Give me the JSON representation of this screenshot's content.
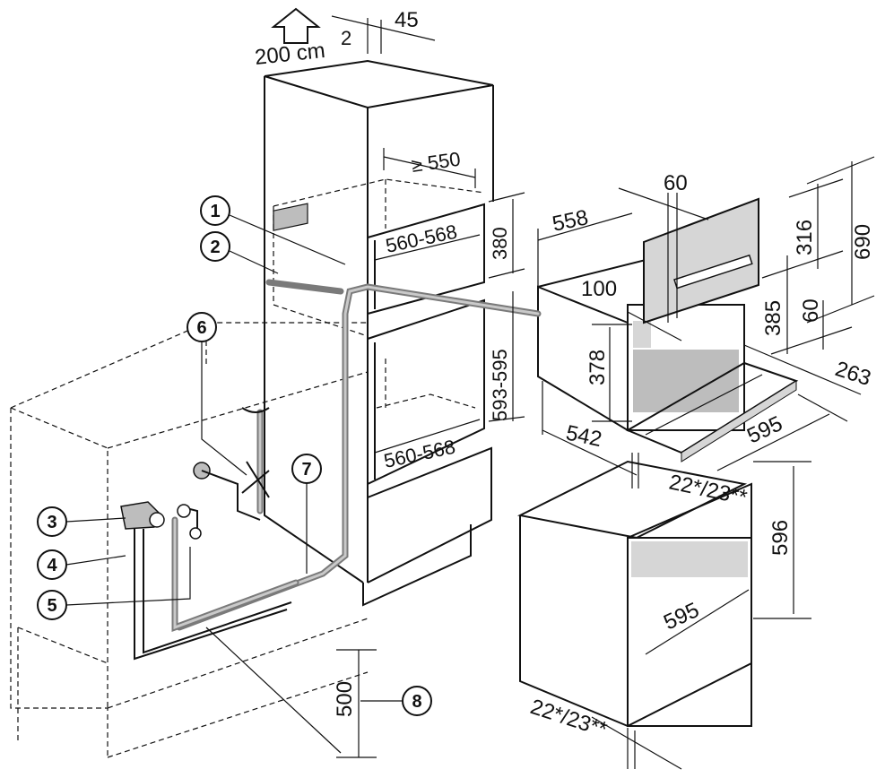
{
  "dimensions": {
    "vent_area": "200 cm",
    "vent_area_sup": "2",
    "vent_gap": "45",
    "niche_depth": "≥ 550",
    "niche_width_top": "560-568",
    "niche_width_bottom": "560-568",
    "niche_height_upper": "380",
    "niche_height_lower": "593-595",
    "machine_depth_top": "558",
    "panel_offset": "60",
    "panel_height": "316",
    "total_height": "690",
    "inner_depth": "100",
    "inner_height": "378",
    "drawer_height": "385",
    "gap_60": "60",
    "drawer_depth": "263",
    "machine_depth_bottom": "542",
    "machine_width": "595",
    "front_width": "595",
    "front_height": "596",
    "front_depth": "22*/23**",
    "front_depth_bottom": "22*/23**",
    "floor_height": "500"
  },
  "callouts": [
    "1",
    "2",
    "3",
    "4",
    "5",
    "6",
    "7",
    "8"
  ]
}
